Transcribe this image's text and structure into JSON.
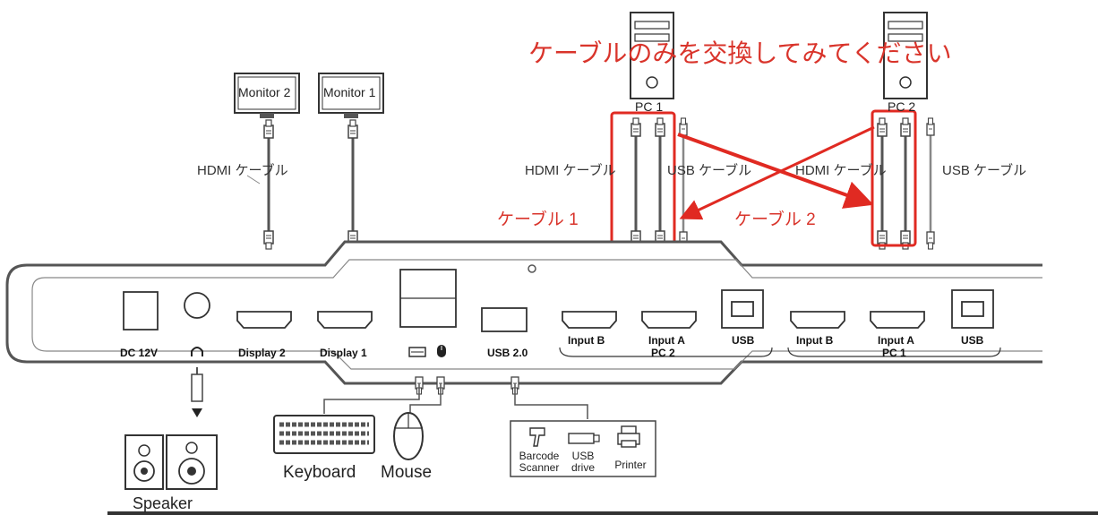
{
  "note": "ケーブルのみを交換してみてください",
  "monitors": {
    "m2": "Monitor 2",
    "m1": "Monitor 1"
  },
  "pcs": {
    "pc1": "PC 1",
    "pc2": "PC 2"
  },
  "cable_labels": {
    "hdmi_left": "HDMI ケーブル",
    "hdmi_pc1": "HDMI ケーブル",
    "usb_pc1": "USB ケーブル",
    "hdmi_pc2": "HDMI ケーブル",
    "usb_pc2": "USB ケーブル"
  },
  "red_labels": {
    "cable1": "ケーブル 1",
    "cable2": "ケーブル 2"
  },
  "ports": {
    "dc": "DC 12V",
    "display2": "Display 2",
    "display1": "Display 1",
    "usb20": "USB 2.0",
    "inputB_pc2": "Input B",
    "inputA_pc2": "Input A",
    "usb_pc2": "USB",
    "group_pc2": "PC 2",
    "inputB_pc1": "Input B",
    "inputA_pc1": "Input A",
    "usb_pc1": "USB",
    "group_pc1": "PC 1"
  },
  "devices": {
    "keyboard": "Keyboard",
    "mouse": "Mouse",
    "speaker": "Speaker",
    "barcode": "Barcode Scanner",
    "usb_drive": "USB drive",
    "printer": "Printer"
  },
  "colors": {
    "accent_red": "#d9342b",
    "line": "#555555"
  }
}
